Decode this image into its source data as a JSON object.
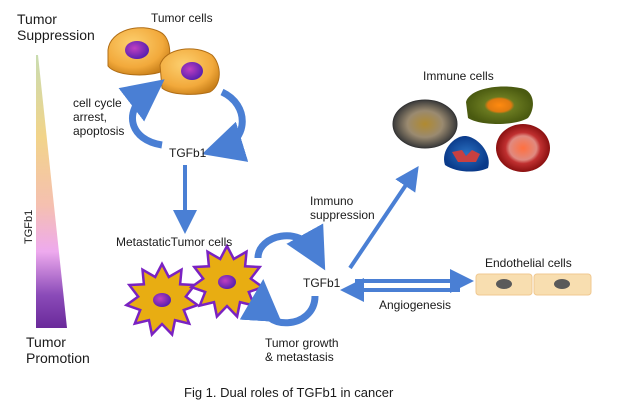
{
  "scale": {
    "top_label_line1": "Tumor",
    "top_label_line2": "Suppression",
    "bottom_label_line1": "Tumor",
    "bottom_label_line2": "Promotion",
    "axis_label": "TGFb1",
    "gradient_colors": [
      "#c9dcb0",
      "#f2d48a",
      "#f5c0b0",
      "#eeaaee",
      "#7a3aaa",
      "#6a2a9a"
    ]
  },
  "nodes": {
    "tumor_cells": "Tumor cells",
    "tgfb1_top": "TGFb1",
    "cell_cycle_line1": "cell cycle",
    "cell_cycle_line2": "arrest,",
    "cell_cycle_line3": "apoptosis",
    "metastatic_cells": "MetastaticTumor cells",
    "tgfb1_center": "TGFb1",
    "tumor_growth_line1": "Tumor growth",
    "tumor_growth_line2": "& metastasis",
    "immuno_line1": "Immuno",
    "immuno_line2": "suppression",
    "immune_cells": "Immune cells",
    "endothelial_cells": "Endothelial cells",
    "angiogenesis": "Angiogenesis"
  },
  "colors": {
    "arrow": "#4a7fd4",
    "tumor_cell": "#f2a93b",
    "nucleus": "#7a2fbf",
    "metastatic_fill": "#e8ad12",
    "metastatic_stroke": "#7a22c2",
    "endothelial": "#f8deb0",
    "endothelial_nucleus": "#5a5a5a"
  },
  "caption": "Fig 1. Dual roles of TGFb1 in cancer"
}
